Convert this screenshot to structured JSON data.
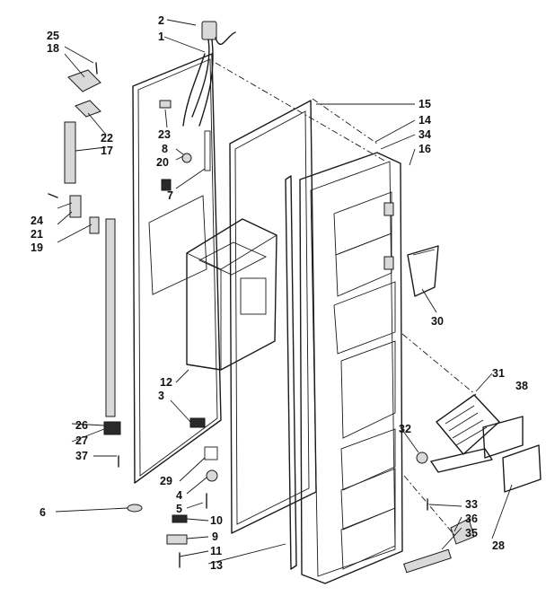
{
  "callouts": [
    {
      "id": "c2",
      "label": "2"
    },
    {
      "id": "c1",
      "label": "1"
    },
    {
      "id": "c25",
      "label": "25"
    },
    {
      "id": "c18",
      "label": "18"
    },
    {
      "id": "c22",
      "label": "22"
    },
    {
      "id": "c17",
      "label": "17"
    },
    {
      "id": "c23",
      "label": "23"
    },
    {
      "id": "c8",
      "label": "8"
    },
    {
      "id": "c20",
      "label": "20"
    },
    {
      "id": "c7",
      "label": "7"
    },
    {
      "id": "c24",
      "label": "24"
    },
    {
      "id": "c21",
      "label": "21"
    },
    {
      "id": "c19",
      "label": "19"
    },
    {
      "id": "c12",
      "label": "12"
    },
    {
      "id": "c3",
      "label": "3"
    },
    {
      "id": "c26",
      "label": "26"
    },
    {
      "id": "c27",
      "label": "27"
    },
    {
      "id": "c37",
      "label": "37"
    },
    {
      "id": "c29",
      "label": "29"
    },
    {
      "id": "c4",
      "label": "4"
    },
    {
      "id": "c5",
      "label": "5"
    },
    {
      "id": "c6",
      "label": "6"
    },
    {
      "id": "c10",
      "label": "10"
    },
    {
      "id": "c9",
      "label": "9"
    },
    {
      "id": "c11",
      "label": "11"
    },
    {
      "id": "c13",
      "label": "13"
    },
    {
      "id": "c15",
      "label": "15"
    },
    {
      "id": "c14",
      "label": "14"
    },
    {
      "id": "c34",
      "label": "34"
    },
    {
      "id": "c16",
      "label": "16"
    },
    {
      "id": "c30",
      "label": "30"
    },
    {
      "id": "c31",
      "label": "31"
    },
    {
      "id": "c38",
      "label": "38"
    },
    {
      "id": "c32",
      "label": "32"
    },
    {
      "id": "c33",
      "label": "33"
    },
    {
      "id": "c36",
      "label": "36"
    },
    {
      "id": "c35",
      "label": "35"
    },
    {
      "id": "c28",
      "label": "28"
    }
  ]
}
